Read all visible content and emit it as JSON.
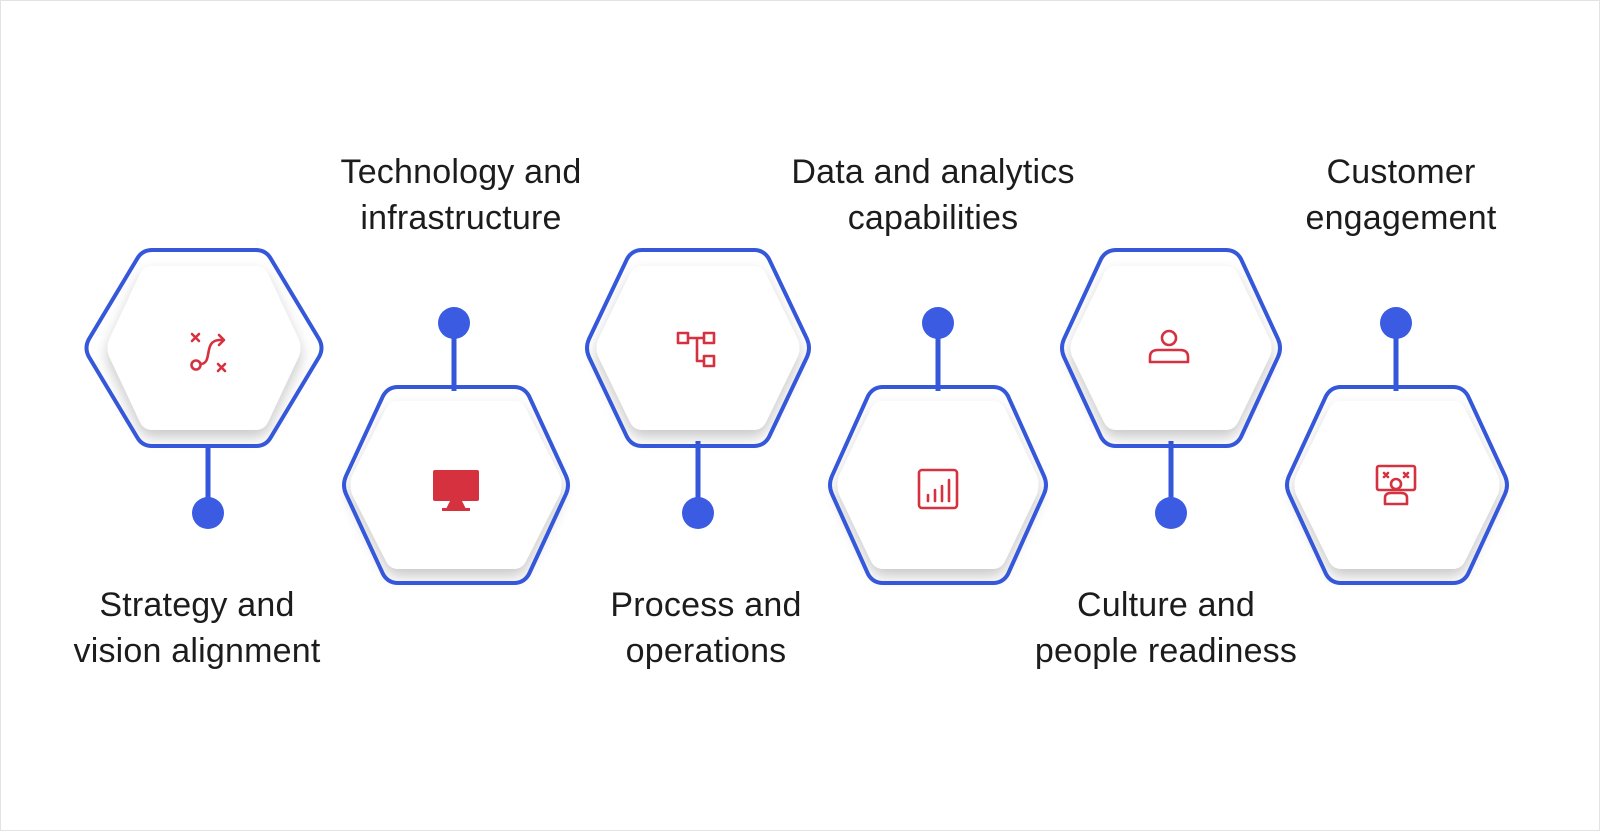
{
  "diagram": {
    "colors": {
      "outline": "#3557d9",
      "dot": "#3a5be2",
      "icon": "#d6313f",
      "inner": "#ffffff"
    },
    "steps": [
      {
        "lines": [
          "Strategy and",
          "vision alignment"
        ],
        "icon": "route-icon"
      },
      {
        "lines": [
          "Technology and",
          "infrastructure"
        ],
        "icon": "monitor-icon"
      },
      {
        "lines": [
          "Process and",
          "operations"
        ],
        "icon": "flowchart-icon"
      },
      {
        "lines": [
          "Data and analytics",
          "capabilities"
        ],
        "icon": "bar-chart-icon"
      },
      {
        "lines": [
          "Culture and",
          "people readiness"
        ],
        "icon": "person-icon"
      },
      {
        "lines": [
          "Customer",
          "engagement"
        ],
        "icon": "presentation-icon"
      }
    ]
  }
}
